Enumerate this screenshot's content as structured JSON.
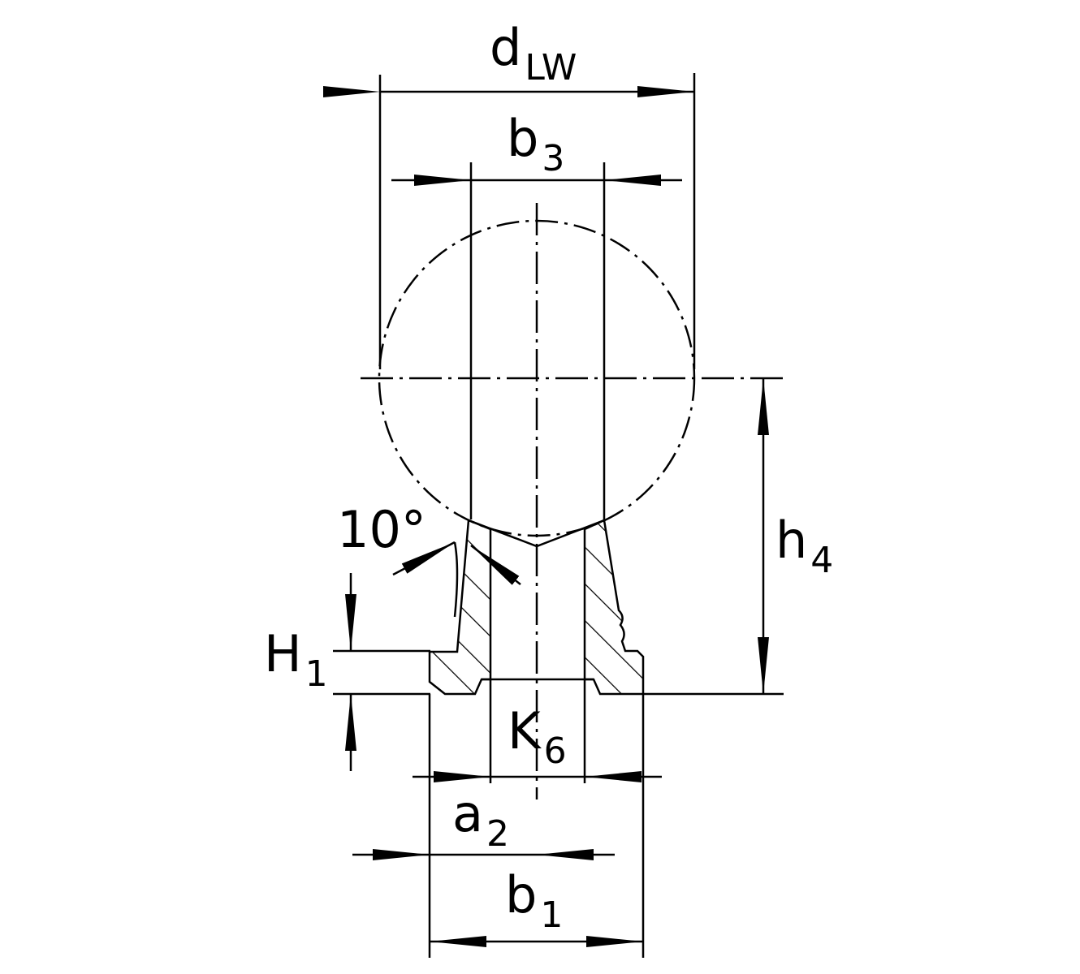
{
  "labels": {
    "d_lw": {
      "main": "d",
      "sub": "LW"
    },
    "b_3": {
      "main": "b",
      "sub": "3"
    },
    "h_4": {
      "main": "h",
      "sub": "4"
    },
    "H_1": {
      "main": "H",
      "sub": "1"
    },
    "angle": {
      "main": "10°"
    },
    "K_6": {
      "main": "K",
      "sub": "6"
    },
    "a_2": {
      "main": "a",
      "sub": "2"
    },
    "b_1": {
      "main": "b",
      "sub": "1"
    }
  },
  "colors": {
    "line": "#000000",
    "background": "#ffffff"
  }
}
